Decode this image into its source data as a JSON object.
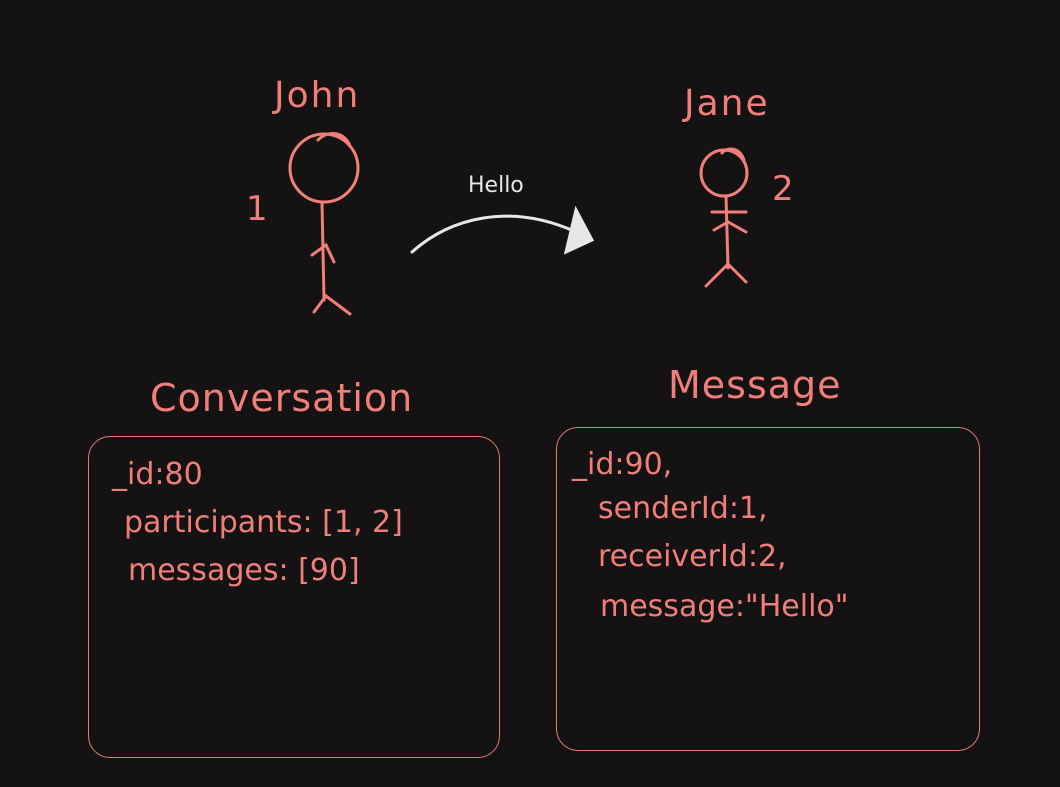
{
  "colors": {
    "background": "#141213",
    "ink": "#f07f79",
    "box_border": "#e57b75",
    "arrow": "#e9e6e6"
  },
  "people": [
    {
      "name": "John",
      "id_label": "1"
    },
    {
      "name": "Jane",
      "id_label": "2"
    }
  ],
  "arrow": {
    "label": "Hello"
  },
  "conversation": {
    "title": "Conversation",
    "fields": [
      "_id:80",
      "participants: [1, 2]",
      "messages: [90]"
    ]
  },
  "message": {
    "title": "Message",
    "fields": [
      "_id:90,",
      "senderId:1,",
      "receiverId:2,",
      "message:\"Hello\""
    ]
  }
}
